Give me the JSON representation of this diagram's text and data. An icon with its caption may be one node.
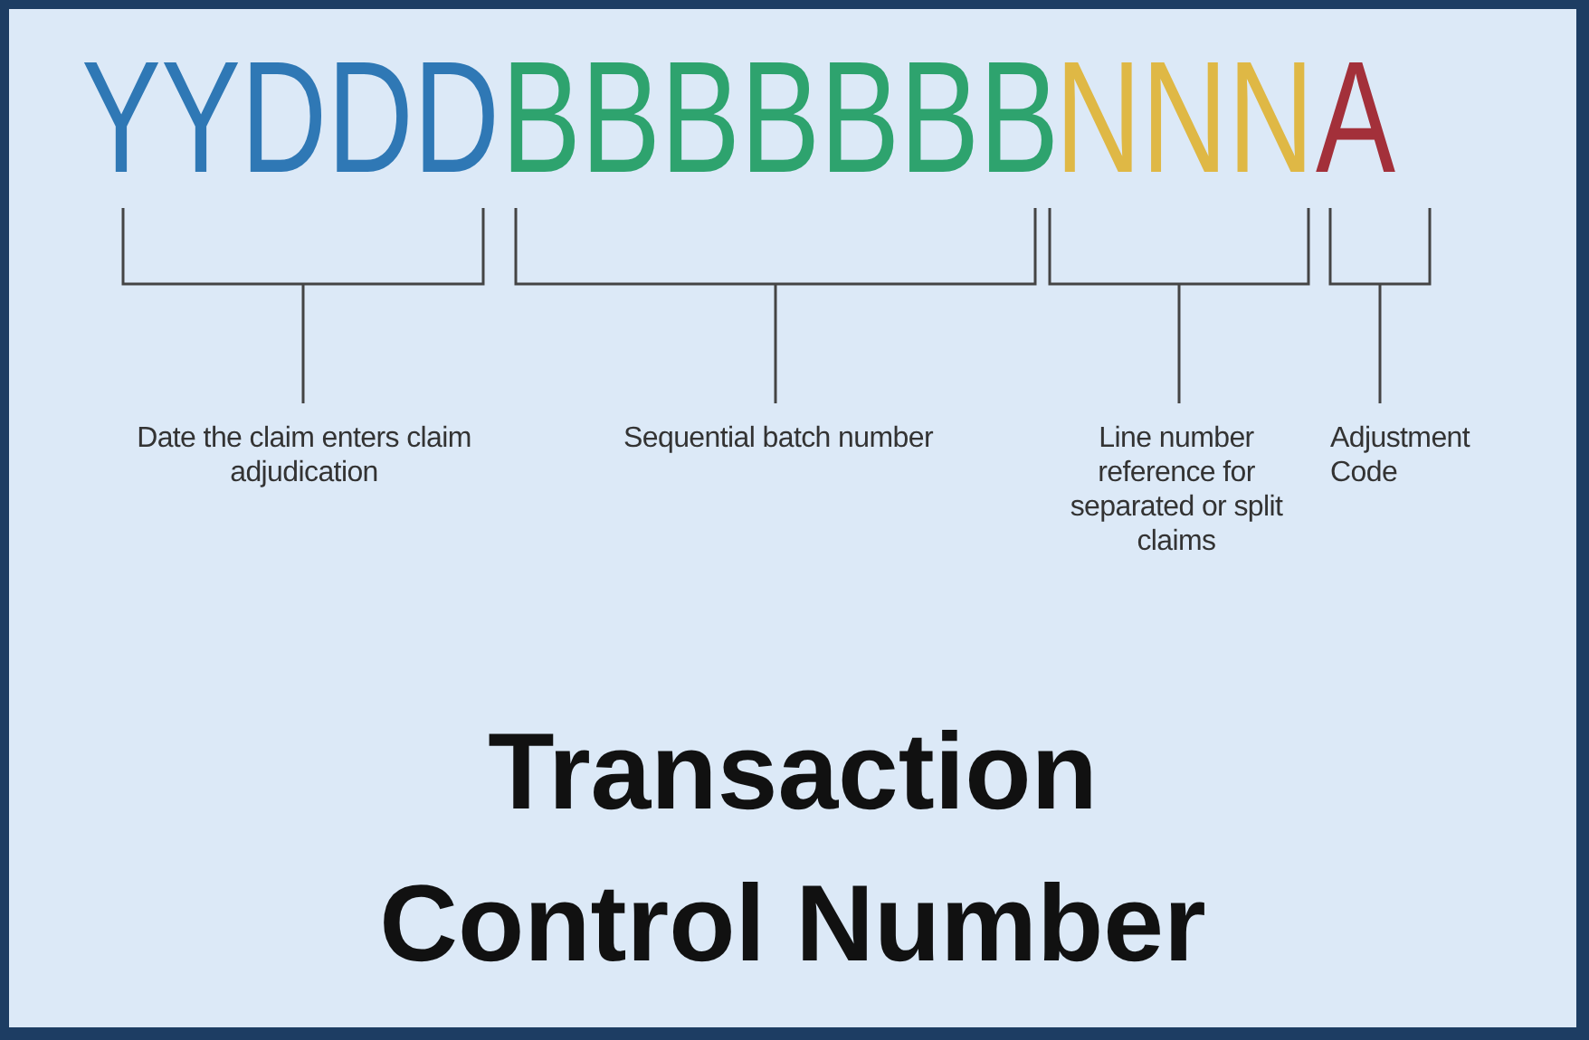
{
  "diagram": {
    "title": "Transaction Control Number",
    "nodes": [
      {
        "text": [
          "YYDDD"
        ]
      },
      {
        "text": [
          "BBBBBBB"
        ]
      },
      {
        "text": [
          "NNN"
        ]
      },
      {
        "text": [
          "A"
        ]
      },
      {
        "text": [
          "Date the claim enters claim adjudication"
        ]
      },
      {
        "text": [
          "Sequential batch number"
        ]
      },
      {
        "text": [
          "Line number reference for separated or split claims"
        ]
      },
      {
        "text": [
          "Adjustment Code"
        ]
      }
    ],
    "edges": [
      {
        "from": 4,
        "to": 0,
        "arrow": "none"
      },
      {
        "from": 5,
        "to": 1,
        "arrow": "none"
      },
      {
        "from": 6,
        "to": 2,
        "arrow": "none"
      },
      {
        "from": 7,
        "to": 3,
        "arrow": "none"
      }
    ]
  }
}
